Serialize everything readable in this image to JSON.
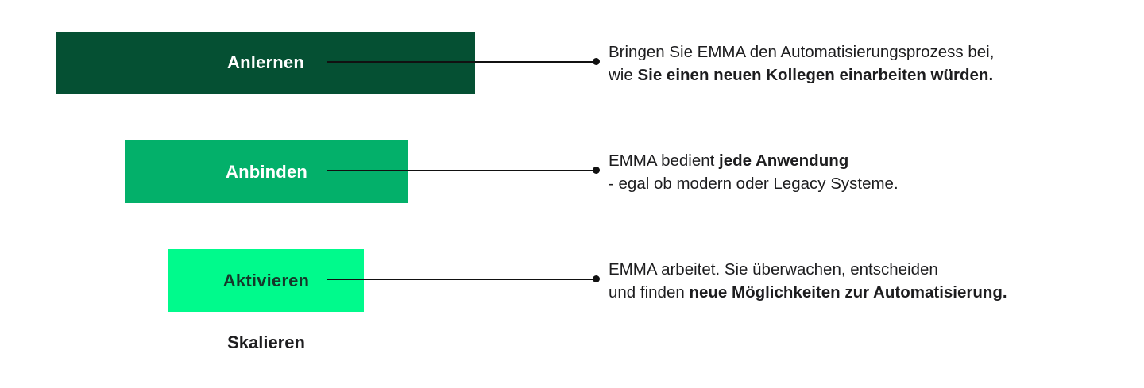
{
  "diagram": {
    "title": "EMMA Automatisierung Prozess-Stufen",
    "background_color": "#ffffff",
    "text_color": "#1d1d1f",
    "connector_color": "#111111"
  },
  "stages": [
    {
      "label": "Anlernen",
      "bar_color": "#055033",
      "label_color": "#ffffff",
      "description": {
        "line1_prefix": "Bringen Sie EMMA den Automatisierungsprozess bei,",
        "line1_bold": "",
        "line2_prefix": "wie ",
        "line2_bold": "Sie einen neuen Kollegen einarbeiten würden."
      }
    },
    {
      "label": "Anbinden",
      "bar_color": "#03b06a",
      "label_color": "#ffffff",
      "description": {
        "line1_prefix": "EMMA bedient ",
        "line1_bold": "jede Anwendung",
        "line2_prefix": "- egal ob modern oder Legacy Systeme.",
        "line2_bold": ""
      }
    },
    {
      "label": "Aktivieren",
      "bar_color": "#00fa8c",
      "label_color": "#15382a",
      "description": {
        "line1_prefix": "EMMA arbeitet. Sie überwachen, entscheiden",
        "line1_bold": "",
        "line2_prefix": "und finden ",
        "line2_bold": "neue Möglichkeiten zur Automatisierung."
      }
    }
  ],
  "caption": {
    "label": "Skalieren",
    "label_color": "#1d1d1f"
  }
}
